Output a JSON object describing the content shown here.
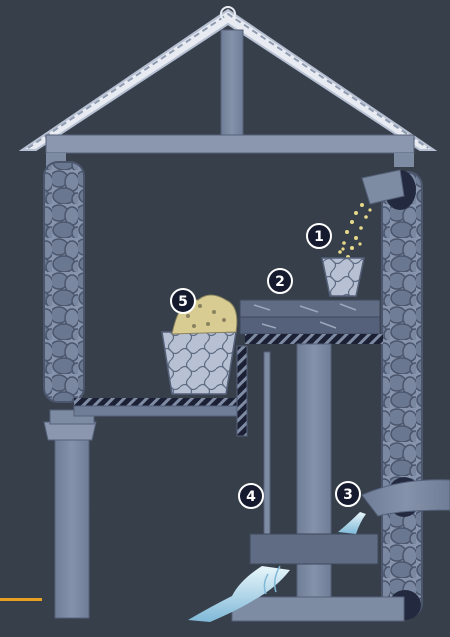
{
  "markers": [
    {
      "id": "marker-1",
      "label": "1"
    },
    {
      "id": "marker-2",
      "label": "2"
    },
    {
      "id": "marker-3",
      "label": "3"
    },
    {
      "id": "marker-4",
      "label": "4"
    },
    {
      "id": "marker-5",
      "label": "5"
    }
  ],
  "colors": {
    "background": "#37404a",
    "wood": "#7d8ba3",
    "wood_dark": "#5f6c84",
    "stone": "#6f7d96",
    "stone_dark": "#232a3f",
    "marker_fill": "#151a2e",
    "water": "#bfe3f2",
    "grain": "#e7d98a",
    "sprout": "#d8cc93",
    "accent_line": "#e8a020"
  }
}
